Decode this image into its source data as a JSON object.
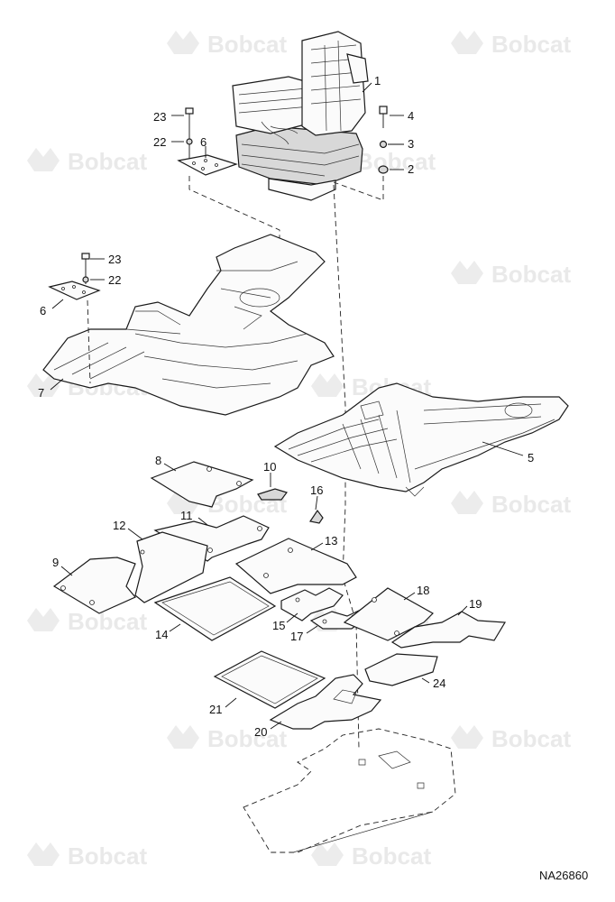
{
  "watermark": {
    "brand": "Bobcat"
  },
  "figure_ref": "NA26860",
  "callouts": [
    {
      "id": "c1",
      "label": "1"
    },
    {
      "id": "c2",
      "label": "2"
    },
    {
      "id": "c3",
      "label": "3"
    },
    {
      "id": "c4",
      "label": "4"
    },
    {
      "id": "c5",
      "label": "5"
    },
    {
      "id": "c6a",
      "label": "6"
    },
    {
      "id": "c6b",
      "label": "6"
    },
    {
      "id": "c7",
      "label": "7"
    },
    {
      "id": "c8",
      "label": "8"
    },
    {
      "id": "c9",
      "label": "9"
    },
    {
      "id": "c10",
      "label": "10"
    },
    {
      "id": "c11",
      "label": "11"
    },
    {
      "id": "c12",
      "label": "12"
    },
    {
      "id": "c13",
      "label": "13"
    },
    {
      "id": "c14",
      "label": "14"
    },
    {
      "id": "c15",
      "label": "15"
    },
    {
      "id": "c16",
      "label": "16"
    },
    {
      "id": "c17",
      "label": "17"
    },
    {
      "id": "c18",
      "label": "18"
    },
    {
      "id": "c19",
      "label": "19"
    },
    {
      "id": "c20",
      "label": "20"
    },
    {
      "id": "c21",
      "label": "21"
    },
    {
      "id": "c22a",
      "label": "22"
    },
    {
      "id": "c22b",
      "label": "22"
    },
    {
      "id": "c23a",
      "label": "23"
    },
    {
      "id": "c23b",
      "label": "23"
    },
    {
      "id": "c24",
      "label": "24"
    }
  ]
}
